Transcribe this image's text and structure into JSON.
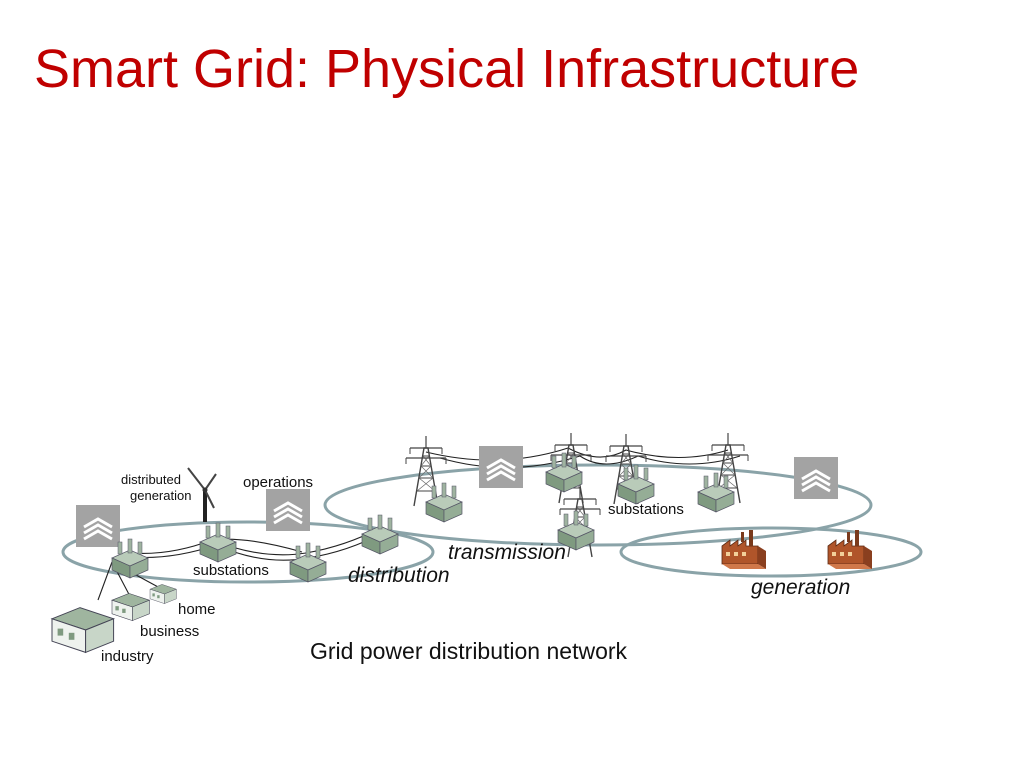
{
  "slide": {
    "title": "Smart Grid: Physical Infrastructure",
    "caption": "Grid power distribution network"
  },
  "labels": {
    "distributed_generation_line1": "distributed",
    "distributed_generation_line2": "generation",
    "operations": "operations",
    "substations_left": "substations",
    "substations_right": "substations",
    "distribution": "distribution",
    "transmission": "transmission",
    "generation": "generation",
    "home": "home",
    "business": "business",
    "industry": "industry"
  },
  "icons": {
    "operations_center": "operations-center-icon",
    "substation": "substation-icon",
    "transmission_tower": "transmission-tower-icon",
    "power_plant": "power-plant-icon",
    "wind_turbine": "wind-turbine-icon",
    "building": "building-icon"
  },
  "colors": {
    "title": "#c00000",
    "ring": "#8aa3a8",
    "ops_box": "#a3a3a3",
    "substation": "#7f9a80",
    "plant": "#9a4a24"
  }
}
